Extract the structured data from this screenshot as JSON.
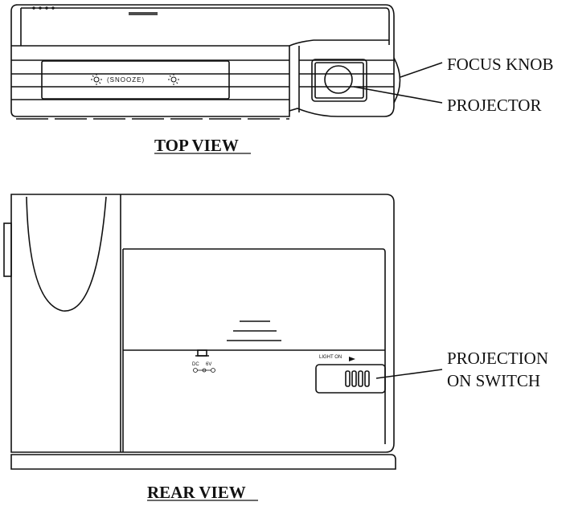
{
  "labels": {
    "focus_knob": "FOCUS KNOB",
    "projector": "PROJECTOR",
    "projection_line1": "PROJECTION",
    "projection_line2": "ON SWITCH"
  },
  "titles": {
    "top_view": "TOP VIEW",
    "rear_view": "REAR VIEW"
  },
  "device_text": {
    "snooze": "(SNOOZE)",
    "light_on": "LIGHT ON",
    "dc": "DC",
    "volts": "6V"
  }
}
